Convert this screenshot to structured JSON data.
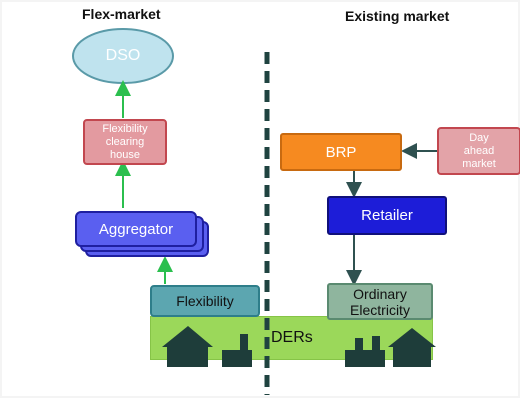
{
  "headings": {
    "left": "Flex-market",
    "right": "Existing market"
  },
  "nodes": {
    "dso": "DSO",
    "clearing": [
      "Flexibility",
      "clearing",
      "house"
    ],
    "aggregator": "Aggregator",
    "flexibility": "Flexibility",
    "brp": "BRP",
    "day_ahead": [
      "Day",
      "ahead",
      "market"
    ],
    "retailer": "Retailer",
    "ordinary": [
      "Ordinary",
      "Electricity"
    ],
    "ders": "DERs"
  },
  "colors": {
    "dso": "#bfe3ee",
    "clearing": "#e39aa0",
    "aggregator": "#5a5ff0",
    "brp": "#f68a20",
    "day_ahead": "#e3a3a8",
    "retailer": "#1d1dd8",
    "flexibility": "#5ca6b0",
    "ordinary": "#8fb59e",
    "ders": "#9bd85a",
    "green_arrow": "#2bbf4e",
    "dark_arrow": "#2f5150",
    "divider": "#1f4340"
  },
  "icons": [
    "house-icon",
    "factory-icon"
  ]
}
